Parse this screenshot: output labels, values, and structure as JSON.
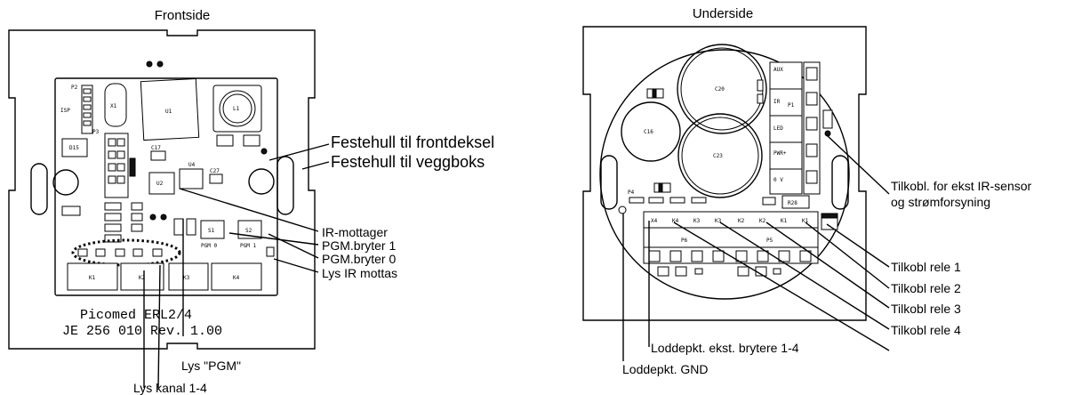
{
  "front": {
    "title": "Frontside",
    "board_text_line1": "Picomed ERL2/4",
    "board_text_line2": "JE 256 010 Rev. 1.00",
    "components": {
      "p2": "P2",
      "isp": "ISP",
      "x1": "X1",
      "u1": "U1",
      "l1": "L1",
      "d15": "D15",
      "p3": "P3",
      "u2": "U2",
      "u4": "U4",
      "c17": "C17",
      "c27": "C27",
      "s1": "S1",
      "s2": "S2",
      "pgm0": "PGM 0",
      "pgm1": "PGM 1",
      "k1": "K1",
      "k2": "K2",
      "k3": "K3",
      "k4": "K4"
    },
    "labels": {
      "festehull_frontdeksel": "Festehull til frontdeksel",
      "festehull_veggboks": "Festehull til veggboks",
      "ir_mottager": "IR-mottager",
      "pgm_bryter_1": "PGM.bryter 1",
      "pgm_bryter_0": "PGM.bryter 0",
      "lys_ir_mottas": "Lys IR mottas",
      "lys_pgm": "Lys \"PGM\"",
      "lys_kanal": "Lys kanal 1-4"
    }
  },
  "under": {
    "title": "Underside",
    "components": {
      "c20": "C20",
      "c16": "C16",
      "c23": "C23",
      "p1": "P1",
      "p4": "P4",
      "aux": "AUX",
      "ir": "IR",
      "led": "LED",
      "pwr": "PWR+",
      "ov": "0 V",
      "r28": "R28",
      "p6": "P6",
      "p5": "P5",
      "terminals": [
        "X4",
        "K4",
        "K3",
        "K3",
        "K2",
        "K2",
        "K1",
        "K1"
      ]
    },
    "labels": {
      "tilkobl_ekst_line1": "Tilkobl. for ekst IR-sensor",
      "tilkobl_ekst_line2": "og strømforsyning",
      "tilkobl_rele_1": "Tilkobl rele 1",
      "tilkobl_rele_2": "Tilkobl rele 2",
      "tilkobl_rele_3": "Tilkobl rele 3",
      "tilkobl_rele_4": "Tilkobl rele 4",
      "loddepkt_ekst": "Loddepkt. ekst. brytere 1-4",
      "loddepkt_gnd": "Loddepkt. GND"
    }
  }
}
